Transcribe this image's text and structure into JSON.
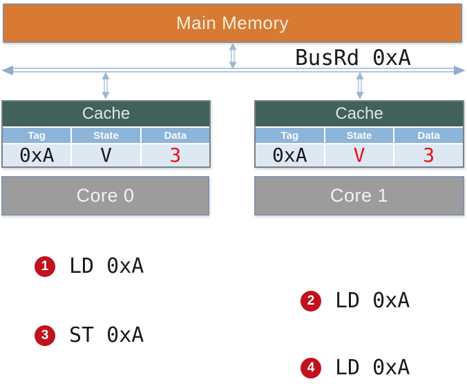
{
  "memory": {
    "label": "Main Memory"
  },
  "bus": {
    "label": "BusRd 0xA"
  },
  "caches": [
    {
      "title": "Cache",
      "columns": [
        "Tag",
        "State",
        "Data"
      ],
      "values": [
        {
          "text": "0xA",
          "color": "#1A1A1A"
        },
        {
          "text": "V",
          "color": "#1A1A1A"
        },
        {
          "text": "3",
          "color": "#E8131B"
        }
      ]
    },
    {
      "title": "Cache",
      "columns": [
        "Tag",
        "State",
        "Data"
      ],
      "values": [
        {
          "text": "0xA",
          "color": "#1A1A1A"
        },
        {
          "text": "V",
          "color": "#E8131B"
        },
        {
          "text": "3",
          "color": "#E8131B"
        }
      ]
    }
  ],
  "cores": [
    {
      "label": "Core 0"
    },
    {
      "label": "Core 1"
    }
  ],
  "steps": [
    {
      "num": "1",
      "op": "LD 0xA"
    },
    {
      "num": "2",
      "op": "LD 0xA"
    },
    {
      "num": "3",
      "op": "ST 0xA"
    },
    {
      "num": "4",
      "op": "LD 0xA"
    }
  ],
  "colors": {
    "memory_fill": "#D87A33",
    "memory_border": "#8B8B94",
    "bus_line": "#AFC7E0",
    "bus_arrowhead": "#8FAECC",
    "cache_header_fill": "#41615A",
    "column_header_fill": "#8DB4D9",
    "value_cell_fill": "#DEE8F2",
    "core_fill": "#9C9C9C",
    "core_border": "#8394A9",
    "badge_fill": "#C1121E",
    "status_red": "#E8131B",
    "text_dark": "#1A1A1A"
  }
}
